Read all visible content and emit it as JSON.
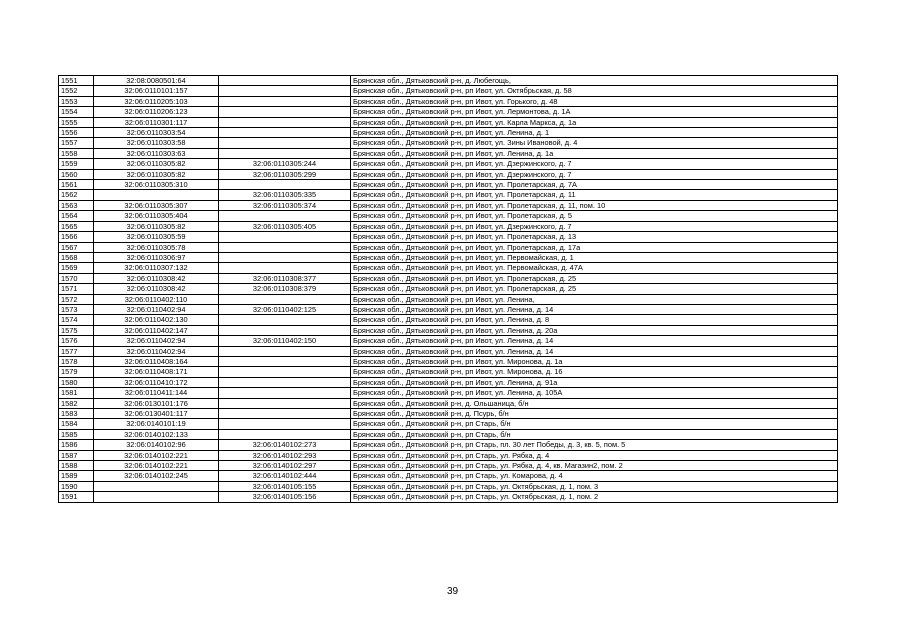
{
  "page": {
    "number": "39"
  },
  "table": {
    "rows": [
      [
        "1551",
        "32:08:0080501:64",
        "",
        "Брянская обл., Дятьковский р-н, д. Любегощь,"
      ],
      [
        "1552",
        "32:06:0110101:157",
        "",
        "Брянская обл., Дятьковский р-н, рп Ивот, ул. Октябрьская, д. 58"
      ],
      [
        "1553",
        "32:06:0110205:103",
        "",
        "Брянская обл., Дятьковский р-н, рп Ивот, ул. Горького, д. 48"
      ],
      [
        "1554",
        "32:06:0110206:123",
        "",
        "Брянская обл., Дятьковский р-н, рп Ивот, ул. Лермонтова, д. 1А"
      ],
      [
        "1555",
        "32:06:0110301:117",
        "",
        "Брянская обл., Дятьковский р-н, рп Ивот, ул. Карла Маркса, д. 1а"
      ],
      [
        "1556",
        "32:06:0110303:54",
        "",
        "Брянская обл., Дятьковский р-н, рп Ивот, ул. Ленина, д. 1"
      ],
      [
        "1557",
        "32:06:0110303:58",
        "",
        "Брянская обл., Дятьковский р-н, рп Ивот, ул. Зины Ивановой, д. 4"
      ],
      [
        "1558",
        "32:06:0110303:63",
        "",
        "Брянская обл., Дятьковский р-н, рп Ивот, ул. Ленина, д. 1а"
      ],
      [
        "1559",
        "32:06:0110305:82",
        "32:06:0110305:244",
        "Брянская обл., Дятьковский р-н, рп Ивот, ул. Дзержинского, д. 7"
      ],
      [
        "1560",
        "32:06:0110305:82",
        "32:06:0110305:299",
        "Брянская обл., Дятьковский р-н, рп Ивот, ул. Дзержинского, д. 7"
      ],
      [
        "1561",
        "32:06:0110305:310",
        "",
        "Брянская обл., Дятьковский р-н, рп Ивот, ул. Пролетарская, д. 7А"
      ],
      [
        "1562",
        "",
        "32:06:0110305:335",
        "Брянская обл., Дятьковский р-н, рп Ивот, ул. Пролетарская, д. 11"
      ],
      [
        "1563",
        "32:06:0110305:307",
        "32:06:0110305:374",
        "Брянская обл., Дятьковский р-н, рп Ивот, ул. Пролетарская, д. 11, пом. 10"
      ],
      [
        "1564",
        "32:06:0110305:404",
        "",
        "Брянская обл., Дятьковский р-н, рп Ивот, ул. Пролетарская, д. 5"
      ],
      [
        "1565",
        "32:06:0110305:82",
        "32:06:0110305:405",
        "Брянская обл., Дятьковский р-н, рп Ивот, ул. Дзержинского, д. 7"
      ],
      [
        "1566",
        "32:06:0110305:59",
        "",
        "Брянская обл., Дятьковский р-н, рп Ивот, ул. Пролетарская, д. 13"
      ],
      [
        "1567",
        "32:06:0110305:78",
        "",
        "Брянская обл., Дятьковский р-н, рп Ивот, ул. Пролетарская, д. 17а"
      ],
      [
        "1568",
        "32:06:0110306:97",
        "",
        "Брянская обл., Дятьковский р-н, рп Ивот, ул. Первомайская, д. 1"
      ],
      [
        "1569",
        "32:06:0110307:132",
        "",
        "Брянская обл., Дятьковский р-н, рп Ивот, ул. Первомайская, д. 47А"
      ],
      [
        "1570",
        "32:06:0110308:42",
        "32:06:0110308:377",
        "Брянская обл., Дятьковский р-н, рп Ивот, ул. Пролетарская, д. 25"
      ],
      [
        "1571",
        "32:06:0110308:42",
        "32:06:0110308:379",
        "Брянская обл., Дятьковский р-н, рп Ивот, ул. Пролетарская, д. 25"
      ],
      [
        "1572",
        "32:06:0110402:110",
        "",
        "Брянская обл., Дятьковский р-н, рп Ивот, ул. Ленина,"
      ],
      [
        "1573",
        "32:06:0110402:94",
        "32:06:0110402:125",
        "Брянская обл., Дятьковский р-н, рп Ивот, ул. Ленина, д. 14"
      ],
      [
        "1574",
        "32:06:0110402:130",
        "",
        "Брянская обл., Дятьковский р-н, рп Ивот, ул. Ленина, д. 8"
      ],
      [
        "1575",
        "32:06:0110402:147",
        "",
        "Брянская обл., Дятьковский р-н, рп Ивот, ул. Ленина, д. 20а"
      ],
      [
        "1576",
        "32:06:0110402:94",
        "32:06:0110402:150",
        "Брянская обл., Дятьковский р-н, рп Ивот, ул. Ленина, д. 14"
      ],
      [
        "1577",
        "32:06:0110402:94",
        "",
        "Брянская обл., Дятьковский р-н, рп Ивот, ул. Ленина, д. 14"
      ],
      [
        "1578",
        "32:06:0110408:164",
        "",
        "Брянская обл., Дятьковский р-н, рп Ивот, ул. Миронова, д. 1а"
      ],
      [
        "1579",
        "32:06:0110408:171",
        "",
        "Брянская обл., Дятьковский р-н, рп Ивот, ул. Миронова, д. 16"
      ],
      [
        "1580",
        "32:06:0110410:172",
        "",
        "Брянская обл., Дятьковский р-н, рп Ивот, ул. Ленина, д. 91а"
      ],
      [
        "1581",
        "32:06:0110411:144",
        "",
        "Брянская обл., Дятьковский р-н, рп Ивот, ул. Ленина, д. 105А"
      ],
      [
        "1582",
        "32:06:0130101:176",
        "",
        "Брянская обл., Дятьковский р-н, д. Ольшаница, б/н"
      ],
      [
        "1583",
        "32:06:0130401:117",
        "",
        "Брянская обл., Дятьковский р-н, д. Псурь, б/н"
      ],
      [
        "1584",
        "32:06:0140101:19",
        "",
        "Брянская обл., Дятьковский р-н, рп Старь, б/н"
      ],
      [
        "1585",
        "32:06:0140102:133",
        "",
        "Брянская обл., Дятьковский р-н, рп Старь, б/н"
      ],
      [
        "1586",
        "32:06:0140102:96",
        "32:06:0140102:273",
        "Брянская обл., Дятьковский р-н, рп Старь, пл. 30 лет Победы, д. 3, кв. 5, пом. 5"
      ],
      [
        "1587",
        "32:06:0140102:221",
        "32:06:0140102:293",
        "Брянская обл., Дятьковский р-н, рп Старь, ул. Рябка, д. 4"
      ],
      [
        "1588",
        "32:06:0140102:221",
        "32:06:0140102:297",
        "Брянская обл., Дятьковский р-н, рп Старь, ул. Рябка, д. 4, кв. Магазин2, пом. 2"
      ],
      [
        "1589",
        "32:06:0140102:245",
        "32:06:0140102:444",
        "Брянская обл., Дятьковский р-н, рп Старь, ул. Комарова, д. 4"
      ],
      [
        "1590",
        "",
        "32:06:0140105:155",
        "Брянская обл., Дятьковский р-н, рп Старь, ул. Октябрьская, д. 1, пом. 3"
      ],
      [
        "1591",
        "",
        "32:06:0140105:156",
        "Брянская обл., Дятьковский р-н, рп Старь, ул. Октябрьская, д. 1, пом. 2"
      ]
    ]
  }
}
